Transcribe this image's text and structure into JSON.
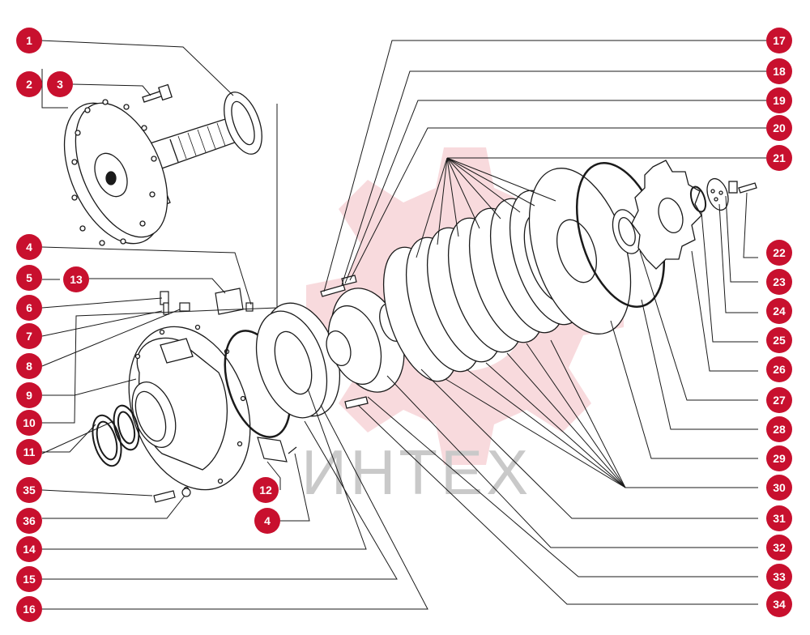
{
  "watermark": {
    "text": "ИНТЕХ"
  },
  "colors": {
    "badge": "#c8102e",
    "line": "#1a1a1a",
    "watermark_gear": "#f3c3c7",
    "watermark_text": "#c9c9c9"
  },
  "callouts": {
    "c1": "1",
    "c2": "2",
    "c3": "3",
    "c4": "4",
    "c4b": "4",
    "c5": "5",
    "c6": "6",
    "c7": "7",
    "c8": "8",
    "c9": "9",
    "c10": "10",
    "c11": "11",
    "c12": "12",
    "c13": "13",
    "c14": "14",
    "c15": "15",
    "c16": "16",
    "c17": "17",
    "c18": "18",
    "c19": "19",
    "c20": "20",
    "c21": "21",
    "c22": "22",
    "c23": "23",
    "c24": "24",
    "c25": "25",
    "c26": "26",
    "c27": "27",
    "c28": "28",
    "c29": "29",
    "c30": "30",
    "c31": "31",
    "c32": "32",
    "c33": "33",
    "c34": "34",
    "c35": "35",
    "c36": "36"
  }
}
